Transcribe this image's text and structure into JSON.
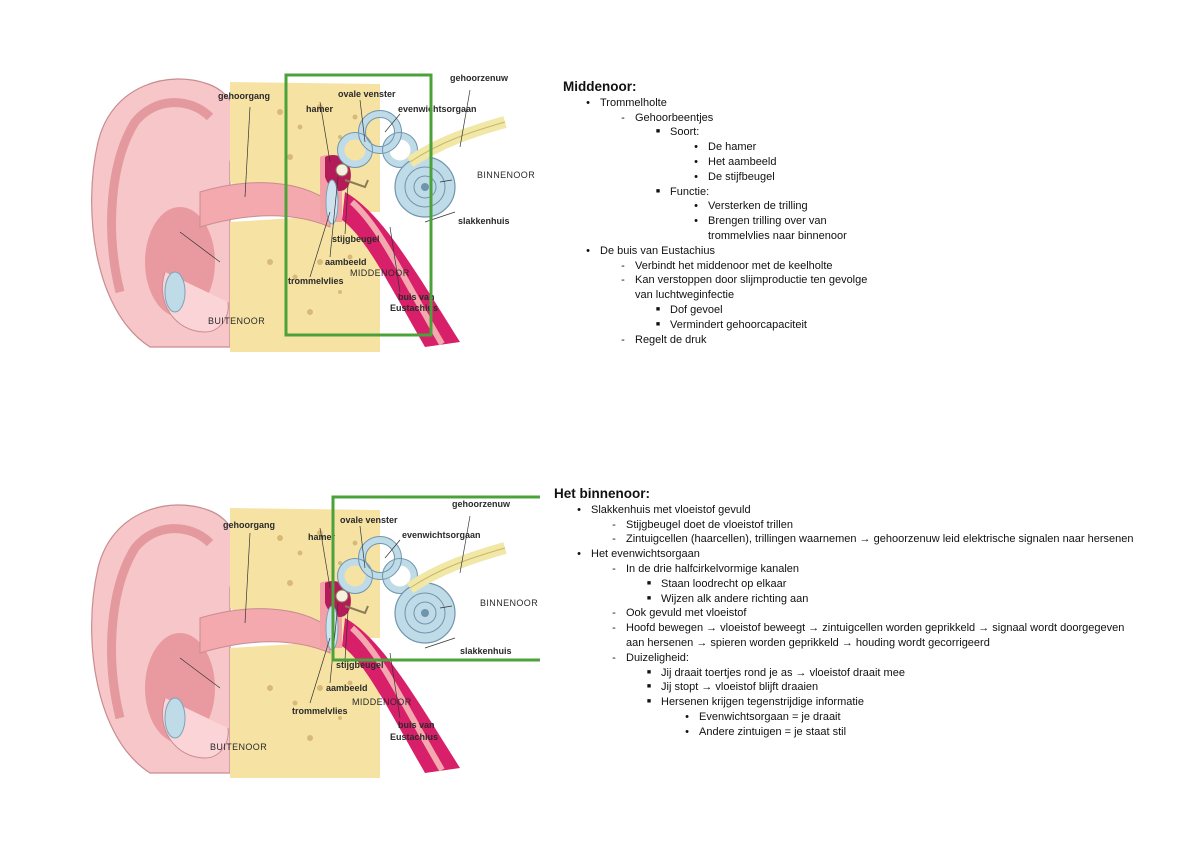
{
  "diagram": {
    "labels": {
      "gehoorgang": "gehoorgang",
      "ovale_venster": "ovale venster",
      "gehoorzenuw": "gehoorzenuw",
      "hamer": "hamer",
      "evenwichtsorgaan": "evenwichtsorgaan",
      "binnenoor": "BINNENOOR",
      "slakkenhuis": "slakkenhuis",
      "stijgbeugel": "stijgbeugel",
      "aambeeld": "aambeeld",
      "middenoor": "MIDDENOOR",
      "trommelvlies": "trommelvlies",
      "buis_van": "buis van",
      "eustachius": "Eustachius",
      "buitenoor": "BUITENOOR"
    },
    "highlight_color": "#4ca23a"
  },
  "section1": {
    "title": "Middenoor:",
    "items": [
      {
        "level": 1,
        "marker": "•",
        "text": "Trommelholte"
      },
      {
        "level": 2,
        "marker": "-",
        "text": "Gehoorbeentjes"
      },
      {
        "level": 3,
        "marker": "■",
        "text": "Soort:"
      },
      {
        "level": 4,
        "marker": "•",
        "text": "De hamer"
      },
      {
        "level": 4,
        "marker": "•",
        "text": "Het aambeeld"
      },
      {
        "level": 4,
        "marker": "•",
        "text": "De stijfbeugel"
      },
      {
        "level": 3,
        "marker": "■",
        "text": "Functie:"
      },
      {
        "level": 4,
        "marker": "•",
        "text": "Versterken de trilling"
      },
      {
        "level": 4,
        "marker": "•",
        "text": "Brengen trilling over van"
      },
      {
        "level": 4,
        "marker": "",
        "text": "trommelvlies naar binnenoor"
      },
      {
        "level": 1,
        "marker": "•",
        "text": "De buis van Eustachius"
      },
      {
        "level": 2,
        "marker": "-",
        "text": "Verbindt het middenoor met de keelholte"
      },
      {
        "level": 2,
        "marker": "-",
        "text": "Kan verstoppen door slijmproductie ten gevolge"
      },
      {
        "level": 2,
        "marker": "",
        "text": "van luchtweginfectie"
      },
      {
        "level": 3,
        "marker": "■",
        "text": "Dof gevoel"
      },
      {
        "level": 3,
        "marker": "■",
        "text": "Vermindert gehoorcapaciteit"
      },
      {
        "level": 2,
        "marker": "-",
        "text": "Regelt de druk"
      }
    ]
  },
  "section2": {
    "title": "Het binnenoor:",
    "items": [
      {
        "level": 1,
        "marker": "•",
        "text": "Slakkenhuis met vloeistof gevuld"
      },
      {
        "level": 2,
        "marker": "-",
        "text": "Stijgbeugel doet de vloeistof trillen"
      },
      {
        "level": 2,
        "marker": "-",
        "text": "Zintuigcellen (haarcellen), trillingen waarnemen → gehoorzenuw leid elektrische signalen naar hersenen"
      },
      {
        "level": 1,
        "marker": "•",
        "text": "Het evenwichtsorgaan"
      },
      {
        "level": 2,
        "marker": "-",
        "text": "In de drie halfcirkelvormige kanalen"
      },
      {
        "level": 3,
        "marker": "■",
        "text": "Staan loodrecht op elkaar"
      },
      {
        "level": 3,
        "marker": "■",
        "text": "Wijzen alk andere richting aan"
      },
      {
        "level": 2,
        "marker": "-",
        "text": "Ook gevuld met vloeistof"
      },
      {
        "level": 2,
        "marker": "-",
        "text": "Hoofd bewegen → vloeistof beweegt → zintuigcellen worden geprikkeld → signaal wordt doorgegeven"
      },
      {
        "level": 2,
        "marker": "",
        "text": "aan hersenen → spieren worden geprikkeld → houding wordt gecorrigeerd"
      },
      {
        "level": 2,
        "marker": "-",
        "text": "Duizeligheid:"
      },
      {
        "level": 3,
        "marker": "■",
        "text": "Jij draait toertjes rond je as → vloeistof draait mee"
      },
      {
        "level": 3,
        "marker": "■",
        "text": "Jij stopt → vloeistof blijft draaien"
      },
      {
        "level": 3,
        "marker": "■",
        "text": "Hersenen krijgen tegenstrijdige informatie"
      },
      {
        "level": 4,
        "marker": "•",
        "text": "Evenwichtsorgaan = je draait"
      },
      {
        "level": 4,
        "marker": "•",
        "text": "Andere zintuigen = je staat stil"
      }
    ]
  }
}
